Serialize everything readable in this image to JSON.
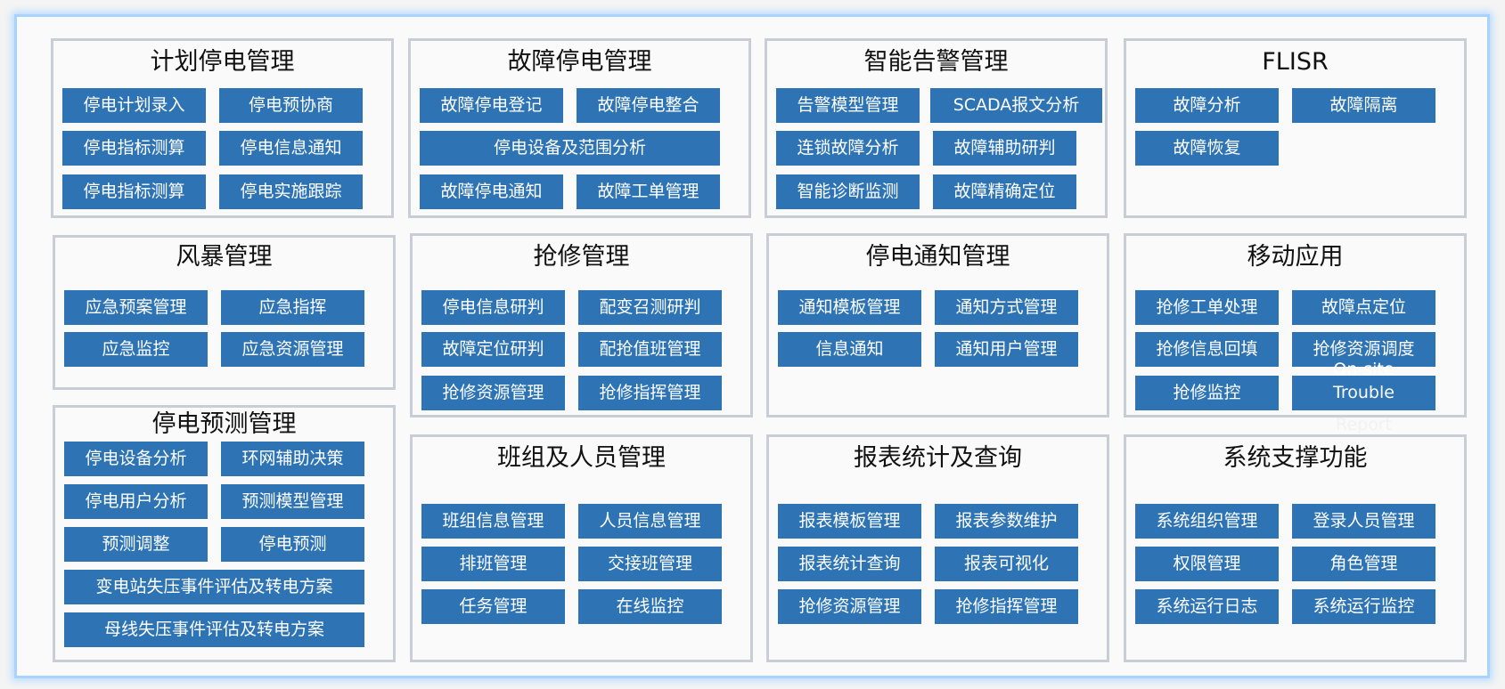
{
  "colors": {
    "button": "#2e74b5",
    "panel_border": "#c9cdd6",
    "frame_glow": "#a9d3ff"
  },
  "panels": [
    {
      "title": "计划停电管理",
      "buttons": [
        "停电计划录入",
        "停电预协商",
        "停电指标测算",
        "停电信息通知",
        "停电指标测算",
        "停电实施跟踪"
      ]
    },
    {
      "title": "故障停电管理",
      "buttons": [
        "故障停电登记",
        "故障停电整合",
        "停电设备及范围分析",
        "故障停电通知",
        "故障工单管理"
      ]
    },
    {
      "title": "智能告警管理",
      "buttons": [
        "告警模型管理",
        "SCADA报文分析",
        "连锁故障分析",
        "故障辅助研判",
        "智能诊断监测",
        "故障精确定位"
      ]
    },
    {
      "title": "FLISR",
      "buttons": [
        "故障分析",
        "故障隔离",
        "故障恢复"
      ]
    },
    {
      "title": "风暴管理",
      "buttons": [
        "应急预案管理",
        "应急指挥",
        "应急监控",
        "应急资源管理"
      ]
    },
    {
      "title": "抢修管理",
      "buttons": [
        "停电信息研判",
        "配变召测研判",
        "故障定位研判",
        "配抢值班管理",
        "抢修资源管理",
        "抢修指挥管理"
      ]
    },
    {
      "title": "停电通知管理",
      "buttons": [
        "通知模板管理",
        "通知方式管理",
        "信息通知",
        "通知用户管理"
      ]
    },
    {
      "title": "移动应用",
      "buttons": [
        "抢修工单处理",
        "故障点定位",
        "抢修信息回填",
        "抢修资源调度",
        "抢修监控",
        "Trouble"
      ],
      "overlay": [
        "On-site",
        "Report"
      ]
    },
    {
      "title": "停电预测管理",
      "buttons": [
        "停电设备分析",
        "环网辅助决策",
        "停电用户分析",
        "预测模型管理",
        "预测调整",
        "停电预测",
        "变电站失压事件评估及转电方案",
        "母线失压事件评估及转电方案"
      ]
    },
    {
      "title": "班组及人员管理",
      "buttons": [
        "班组信息管理",
        "人员信息管理",
        "排班管理",
        "交接班管理",
        "任务管理",
        "在线监控"
      ]
    },
    {
      "title": "报表统计及查询",
      "buttons": [
        "报表模板管理",
        "报表参数维护",
        "报表统计查询",
        "报表可视化",
        "抢修资源管理",
        "抢修指挥管理"
      ]
    },
    {
      "title": "系统支撑功能",
      "buttons": [
        "系统组织管理",
        "登录人员管理",
        "权限管理",
        "角色管理",
        "系统运行日志",
        "系统运行监控"
      ]
    }
  ]
}
